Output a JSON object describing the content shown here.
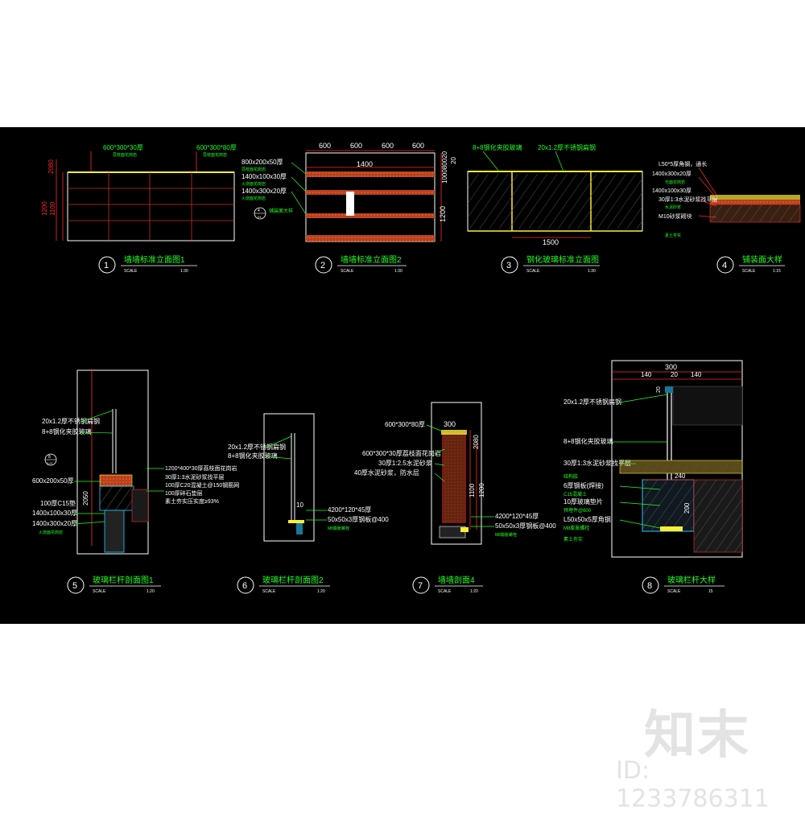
{
  "colors": {
    "background": "#000000",
    "dimension": "#ff2b2b",
    "annotation": "#22ff22",
    "outline": "#ffffff",
    "accent": "#ffee33",
    "fill": "#b8411b",
    "watermark": "#e3e3e3"
  },
  "views": [
    {
      "number": "1",
      "title": "墙墙标准立面图1",
      "scale_label": "SCALE",
      "scale": "1:30"
    },
    {
      "number": "2",
      "title": "墙墙标准立面图2",
      "scale_label": "SCALE",
      "scale": "1:30"
    },
    {
      "number": "3",
      "title": "钢化玻璃标准立面图",
      "scale_label": "SCALE",
      "scale": "1:30"
    },
    {
      "number": "4",
      "title": "铺装面大样",
      "scale_label": "SCALE",
      "scale": "1:15"
    },
    {
      "number": "5",
      "title": "玻璃栏杆剖面图1",
      "scale_label": "SCALE",
      "scale": "1:20"
    },
    {
      "number": "6",
      "title": "玻璃栏杆剖面图2",
      "scale_label": "SCALE",
      "scale": "1:20"
    },
    {
      "number": "7",
      "title": "墙墙剖面4",
      "scale_label": "SCALE",
      "scale": "1:20"
    },
    {
      "number": "8",
      "title": "玻璃栏杆大样",
      "scale_label": "SCALE",
      "scale": "15"
    }
  ],
  "view1": {
    "label_a": "600*300*30厚",
    "label_a_sub": "荔枝面花岗岩",
    "label_b": "600*300*80厚",
    "label_b_sub": "荔枝面花岗岩",
    "dim_top": "2080",
    "dim_1200": "1200",
    "dim_1100": "1100"
  },
  "view2": {
    "dims_top": [
      "600",
      "600",
      "600",
      "600"
    ],
    "dim_1400": "1400",
    "dim_1200": "1200",
    "dim_right": "100080020",
    "dim_20": "20",
    "labels": [
      {
        "text": "800x200x50厚",
        "sub": "荔枝面花岗岩"
      },
      {
        "text": "1400x100x30厚",
        "sub": "火烧面花岗岩"
      },
      {
        "text": "1400x300x20厚",
        "sub": "火烧面花岗岩"
      }
    ],
    "ref_number": "4",
    "ref_sub": "01",
    "ref_note": "铺装面大样"
  },
  "view3": {
    "label_a": "8+8钢化夹胶玻璃",
    "label_b": "20x1.2厚不锈钢扁钢",
    "dim_bottom": "1500"
  },
  "view4": {
    "labels": [
      "L50*5厚角钢，通长",
      "1400x300x20厚",
      "光面花岗岩",
      "水泥砂浆",
      "30厚1:3水泥砂浆找平层",
      "M10砂浆砌块",
      "1400x100x30厚",
      "素土夯实"
    ]
  },
  "view5": {
    "labels_left": [
      "20x1.2厚不锈钢扁钢",
      "8+8钢化夹胶玻璃",
      "600x200x50厚",
      "100厚C15垫",
      "1400x100x30厚",
      "1400x300x20厚",
      "火烧面花岗岩"
    ],
    "labels_right": [
      "1200*400*30厚荔枝面花岗岩",
      "30厚1:3水泥砂浆找平层",
      "100厚C20混凝土@150钢筋网",
      "100厚碎石垫层",
      "素土夯实压实度≥93%"
    ],
    "ref_number": "8",
    "ref_sub": "1:07",
    "dim_2050": "2050"
  },
  "view6": {
    "labels": [
      "20x1.2厚不锈钢扁钢",
      "8+8钢化夹胶玻璃",
      "4200*120*45厚",
      "50x50x3厚钢板@400",
      "M8膨胀螺栓"
    ],
    "dim_10": "10"
  },
  "view7": {
    "labels": [
      "600*300*80厚",
      "600*300*30厚荔枝面花岗岩",
      "30厚1:2.5水泥砂浆",
      "40厚水泥砂浆，防水层",
      "4200*120*45厚",
      "50x50x3厚钢板@400",
      "M8膨胀螺栓"
    ],
    "dim_300": "300",
    "dim_2080": "2080",
    "dim_1100": "1100",
    "dim_1200": "1200"
  },
  "view8": {
    "dim_300": "300",
    "dims_sub": [
      "140",
      "20",
      "140"
    ],
    "dim_20": "20",
    "dim_240": "240",
    "dim_200": "200",
    "labels": [
      "20x1.2厚不锈钢扁钢",
      "8+8钢化夹胶玻璃",
      "30厚1:3水泥砂浆找平层",
      "结构胶",
      "6厚钢板(焊接)",
      "C15混凝土",
      "10厚玻璃垫片",
      "预埋件@600",
      "L50x50x5厚角钢",
      "M8膨胀螺栓",
      "素土夯实"
    ]
  },
  "watermark": {
    "logo": "知末",
    "id": "ID: 1233786311"
  }
}
